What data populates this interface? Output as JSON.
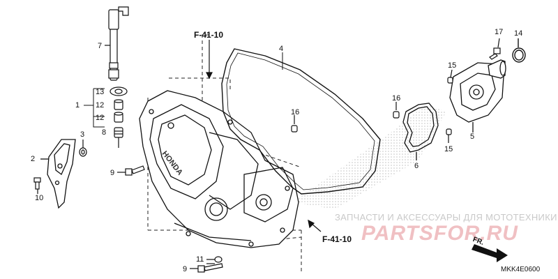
{
  "references": {
    "top": "F-41-10",
    "bottom": "F-41-10"
  },
  "callouts": {
    "n1": "1",
    "n2": "2",
    "n3": "3",
    "n4": "4",
    "n5": "5",
    "n6": "6",
    "n7": "7",
    "n8": "8",
    "n9a": "9",
    "n9b": "9",
    "n10": "10",
    "n11": "11",
    "n12a": "12",
    "n12b": "12",
    "n13": "13",
    "n14": "14",
    "n15a": "15",
    "n15b": "15",
    "n16a": "16",
    "n16b": "16",
    "n17": "17"
  },
  "direction_label": "FR.",
  "diagram_code": "MKK4E0600",
  "cover_text": "HONDA",
  "watermark": {
    "text": "ЗАПЧАСТИ И АКСЕССУАРЫ ДЛЯ МОТОТЕХНИКИ",
    "logo": "PARTSFOR.RU"
  }
}
